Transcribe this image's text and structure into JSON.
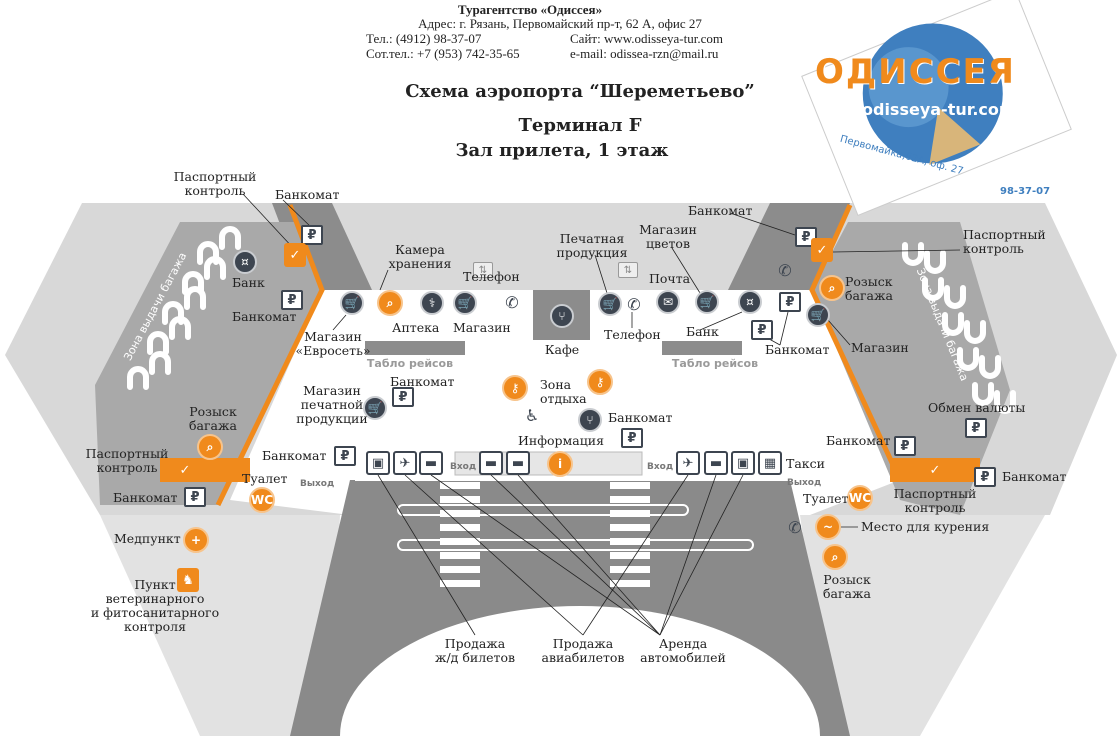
{
  "header": {
    "agency": "Турагентство «Одиссея»",
    "address": "Адрес: г. Рязань, Первомайский пр-т, 62 А, офис 27",
    "phone": "Тел.: (4912) 98-37-07",
    "site": "Сайт: www.odisseya-tur.com",
    "mobile": "Сот.тел.: +7 (953) 742-35-65",
    "email": "e-mail: odissea-rzn@mail.ru"
  },
  "title": {
    "main": "Схема аэропорта “Шереметьево”",
    "terminal": "Терминал F",
    "hall": "Зал прилета, 1 этаж"
  },
  "logo": {
    "brand": "ОДИССЕЯ",
    "site": "odisseya-tur.com",
    "address": "Первомайка,62А, оф. 27",
    "phone": "98-37-07"
  },
  "colors": {
    "accent": "#f08a1c",
    "dark": "#3d4550",
    "hall": "#d9d9d9",
    "zone": "#a8a8a8",
    "road": "#8a8a8a"
  },
  "map": {
    "passport": "Паспортный\nконтроль",
    "atm": "Банкомат",
    "bank": "Банк",
    "storage": "Камера\nхранения",
    "phone": "Телефон",
    "shop": "Магазин",
    "euroset": "Магазин\n«Евросеть»",
    "pharmacy": "Аптека",
    "tablo": "Табло рейсов",
    "cafe": "Кафе",
    "press": "Печатная\nпродукция",
    "flowers": "Магазин\nцветов",
    "post": "Почта",
    "lost_luggage": "Розыск\nбагажа",
    "baggage_zone": "Зона выдачи багажа",
    "exchange": "Обмен валюты",
    "toilet": "Туалет",
    "smoking": "Место для курения",
    "medical": "Медпункт",
    "vet": "Пункт\nветеринарного\nи фитосанитарного\nконтроля",
    "press_shop": "Магазин\nпечатной\nпродукции",
    "rest_zone": "Зона\nотдыха",
    "info": "Информация",
    "entrance": "Вход",
    "exit": "Выход",
    "taxi": "Такси",
    "rail_tickets": "Продажа\nж/д билетов",
    "air_tickets": "Продажа\nавиабилетов",
    "car_rental": "Аренда\nавтомобилей"
  }
}
